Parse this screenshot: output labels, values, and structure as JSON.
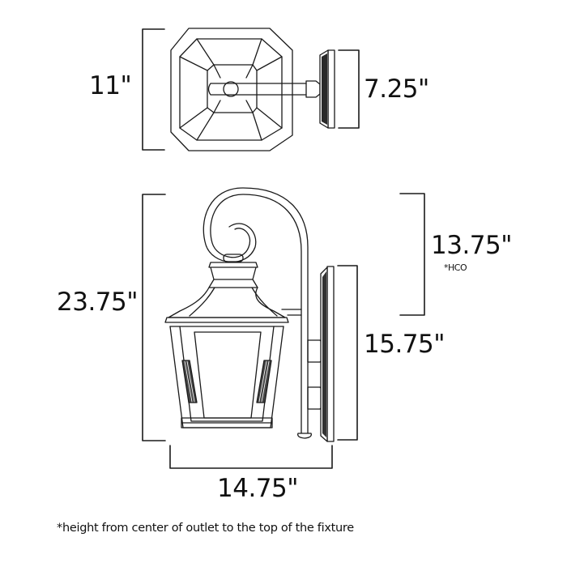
{
  "top_view": {
    "height_label": "11\"",
    "backplate_label": "7.25\""
  },
  "side_view": {
    "overall_height_label": "23.75\"",
    "hco_label": "13.75\"",
    "hco_note": "*HCO",
    "backplate_height_label": "15.75\"",
    "extension_label": "14.75\""
  },
  "footnote": "*height from center of outlet to the top of the fixture",
  "colors": {
    "line": "#1a1a1a",
    "background": "#ffffff"
  }
}
